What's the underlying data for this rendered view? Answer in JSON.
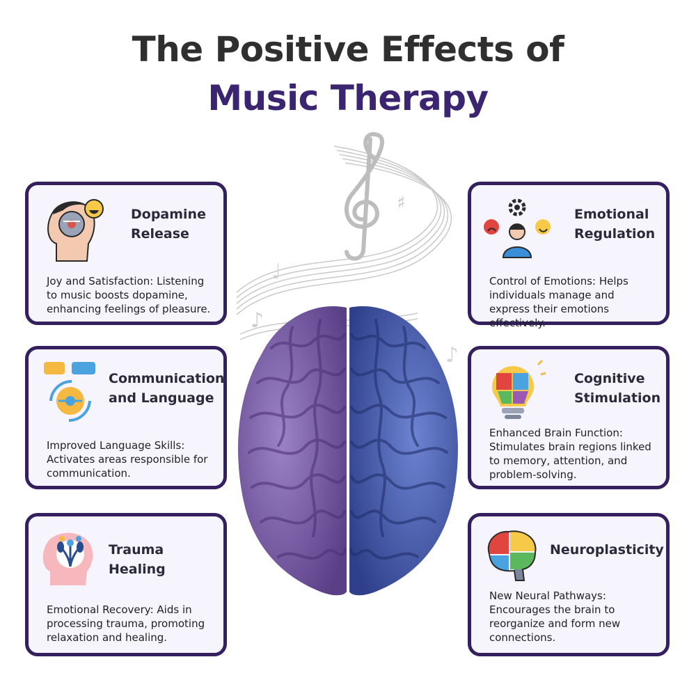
{
  "title": {
    "line1": "The Positive Effects of",
    "line2": "Music Therapy"
  },
  "colors": {
    "accent": "#3b2570",
    "card_border": "#35205f",
    "card_bg": "#f6f4fc",
    "brain_left": "#7b5aa8",
    "brain_right": "#4257a8"
  },
  "cards": [
    {
      "heading_line1": "Dopamine",
      "heading_line2": "Release",
      "description": "Joy and Satisfaction: Listening to music boosts dopamine, enhancing feelings of pleasure.",
      "icon": "head-emoji-icon"
    },
    {
      "heading_line1": "Communication",
      "heading_line2": "and Language",
      "description": "Improved Language Skills: Activates areas responsible for communication.",
      "icon": "speech-brain-icon"
    },
    {
      "heading_line1": "Trauma Healing",
      "heading_line2": "",
      "description": "Emotional Recovery: Aids in processing trauma, promoting relaxation and healing.",
      "icon": "flower-head-icon"
    },
    {
      "heading_line1": "Emotional",
      "heading_line2": "Regulation",
      "description": "Control of Emotions: Helps individuals manage and express their emotions effectively.",
      "icon": "person-emotions-icon"
    },
    {
      "heading_line1": "Cognitive",
      "heading_line2": "Stimulation",
      "description": "Enhanced Brain Function: Stimulates brain regions linked to memory, attention, and problem-solving.",
      "icon": "puzzle-bulb-icon"
    },
    {
      "heading_line1": "Neuroplasticity",
      "heading_line2": "",
      "description": "New Neural Pathways: Encourages the brain to reorganize and form new connections.",
      "icon": "puzzle-brain-icon"
    }
  ]
}
